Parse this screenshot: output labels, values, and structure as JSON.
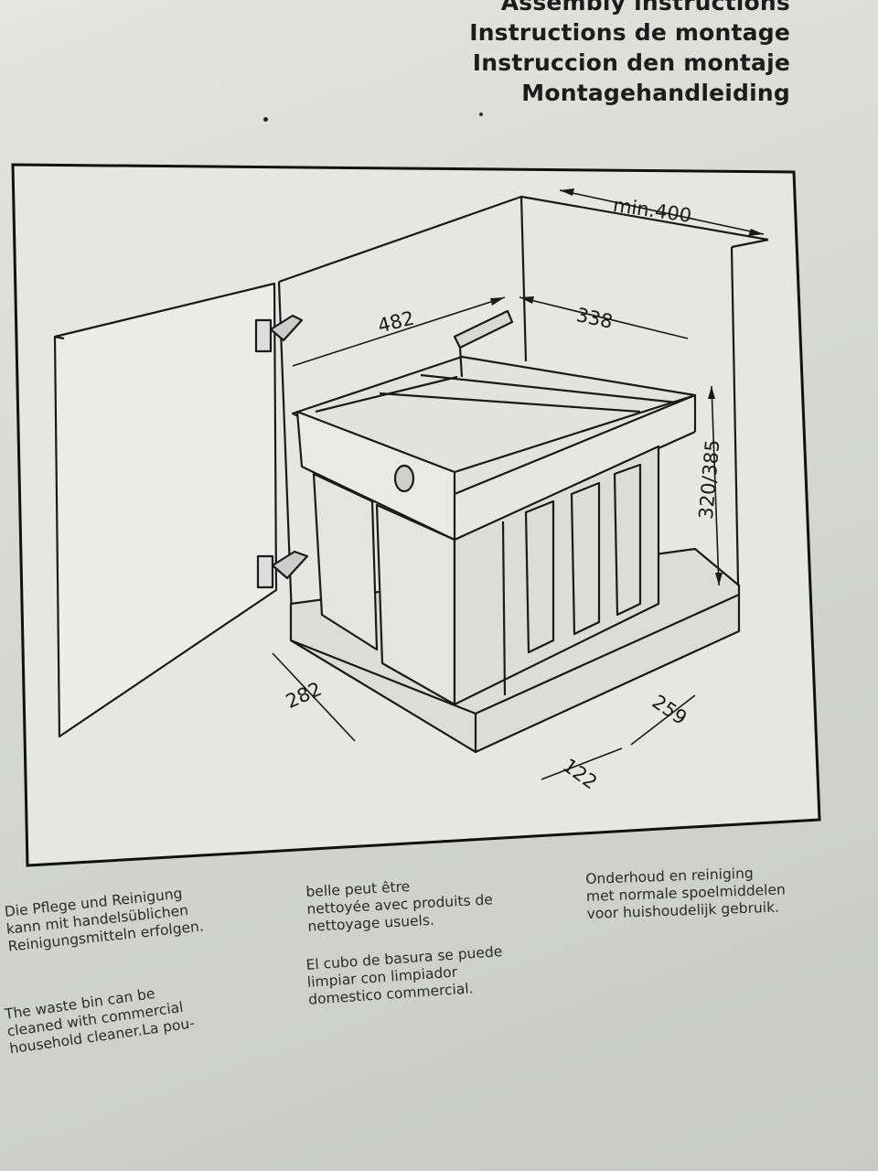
{
  "headings": [
    "Assembly instructions",
    "Instructions de montage",
    "Instruccion den montaje",
    "Montagehandleiding"
  ],
  "dimensions": {
    "width_min": "min.400",
    "d482": "482",
    "d338": "338",
    "height": "320/385",
    "d282": "282",
    "d259": "259",
    "d122": "122"
  },
  "captions": {
    "de": "Die Pflege und Reinigung\nkann mit handelsüblichen\nReinigungsmitteln erfolgen.",
    "en": "The waste bin can be\ncleaned with commercial\nhousehold cleaner.La pou-",
    "fr": "belle peut être\nnettoyée avec produits de\nnettoyage usuels.",
    "es": "El cubo de basura se puede\nlimpiar con limpiador\ndomestico commercial.",
    "nl": "Onderhoud en reiniging\nmet normale spoelmiddelen\nvoor huishoudelijk gebruik."
  }
}
